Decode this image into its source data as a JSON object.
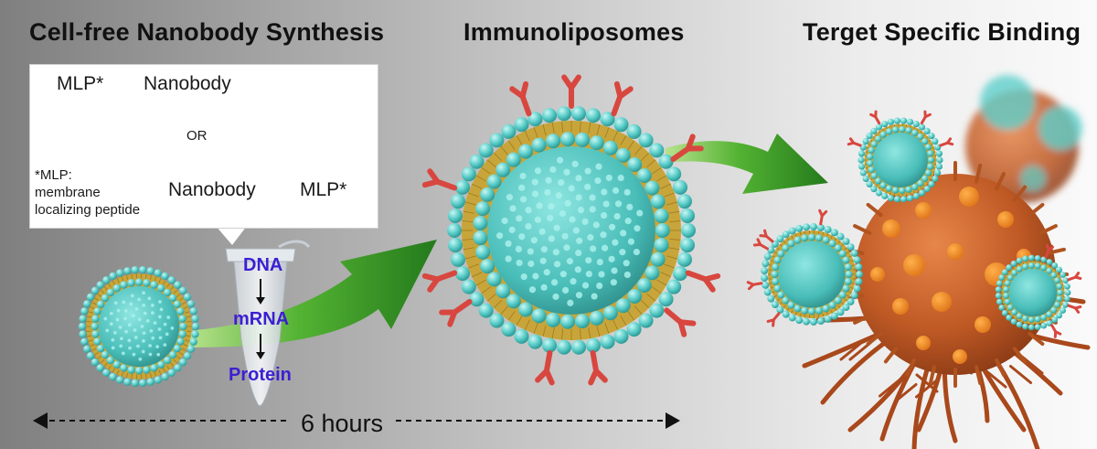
{
  "titles": {
    "left": "Cell-free Nanobody Synthesis",
    "middle": "Immunoliposomes",
    "right": "Terget Specific Binding"
  },
  "construct": {
    "top_mlp": "MLP*",
    "top_nanobody": "Nanobody",
    "or": "OR",
    "bottom_nanobody": "Nanobody",
    "bottom_mlp": "MLP*",
    "footnote_line1": "*MLP:",
    "footnote_line2": "membrane",
    "footnote_line3": "localizing peptide"
  },
  "tube_steps": {
    "dna": "DNA",
    "mrna": "mRNA",
    "protein": "Protein"
  },
  "timeline": {
    "label": "6 hours"
  },
  "colors": {
    "lipid_head": "#5fd0cc",
    "lipid_tail": "#c8a53a",
    "nanobody": "#d8473f",
    "arrow_green": "#3c9a2a",
    "cell": "#c8602a",
    "step_text": "#3b1fd3"
  }
}
